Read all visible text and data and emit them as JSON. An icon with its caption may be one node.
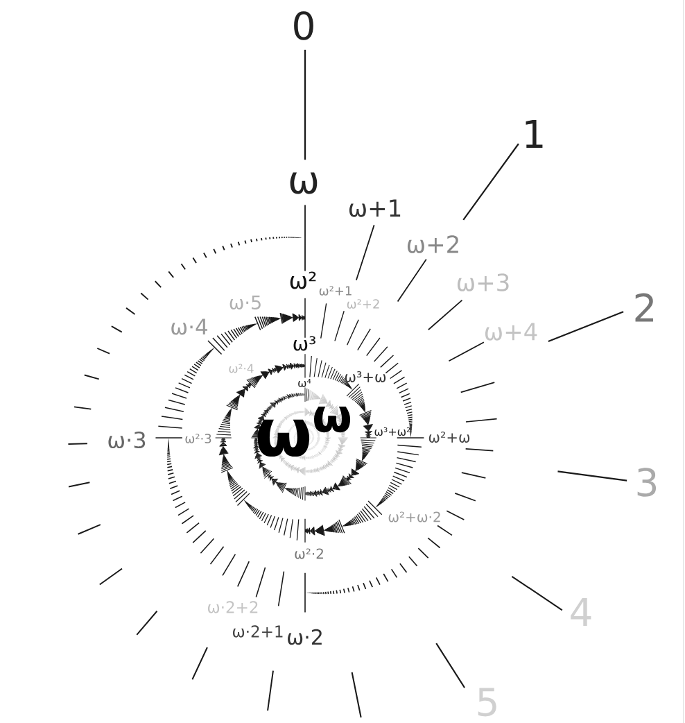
{
  "diagram": {
    "labels": [
      "0",
      "1",
      "ω",
      "ω+1",
      "ω+2",
      "ω²",
      "ω²+1",
      "ω+3",
      "ω·5",
      "ω²+2",
      "2",
      "ω·4",
      "ω+4",
      "ω³",
      "ω²·4",
      "ω³+ω",
      "ω⁴",
      "ω·3",
      "ω²·3",
      "ω$^{ω}$",
      "ω³+ω²",
      "ω²+ω",
      "3",
      "ω²+ω·2",
      "ω²·2",
      "4",
      "ω·2+2",
      "ω·2+1",
      "ω·2",
      "5"
    ]
  }
}
